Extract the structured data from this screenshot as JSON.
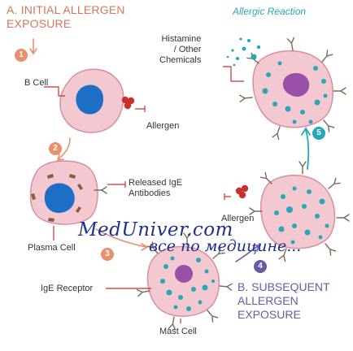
{
  "header_a": [
    "A. INITIAL ALLERGEN",
    "EXPOSURE"
  ],
  "header_b": [
    "B. SUBSEQUENT",
    "ALLERGEN",
    "EXPOSURE"
  ],
  "reaction_title": "Allergic Reaction",
  "labels": {
    "b_cell": "B Cell",
    "allergen_1": "Allergen",
    "released_ige": [
      "Released IgE",
      "Antibodies"
    ],
    "plasma_cell": "Plasma Cell",
    "ige_receptor": "IgE Receptor",
    "mast_cell": "Mast Cell",
    "allergen_2": "Allergen",
    "histamine": [
      "Histamine",
      "/ Other",
      "Chemicals"
    ]
  },
  "steps": [
    "1",
    "2",
    "3",
    "4",
    "5"
  ],
  "watermark": [
    "MedUniver.com",
    "все по медицине..."
  ],
  "colors": {
    "cell_fill": "#f4c8d0",
    "cell_stroke": "#d8909e",
    "nucleus": "#1c6fc4",
    "granule": "#2aa6b8",
    "mast_nucleus": "#9a4fa8",
    "allergen": "#c9312c",
    "antibody": "#7a6a5a",
    "step_orange": "#e8906a",
    "step_purple": "#6a5aa6",
    "step_teal": "#2aa6b8",
    "leader": "#c9312c"
  }
}
